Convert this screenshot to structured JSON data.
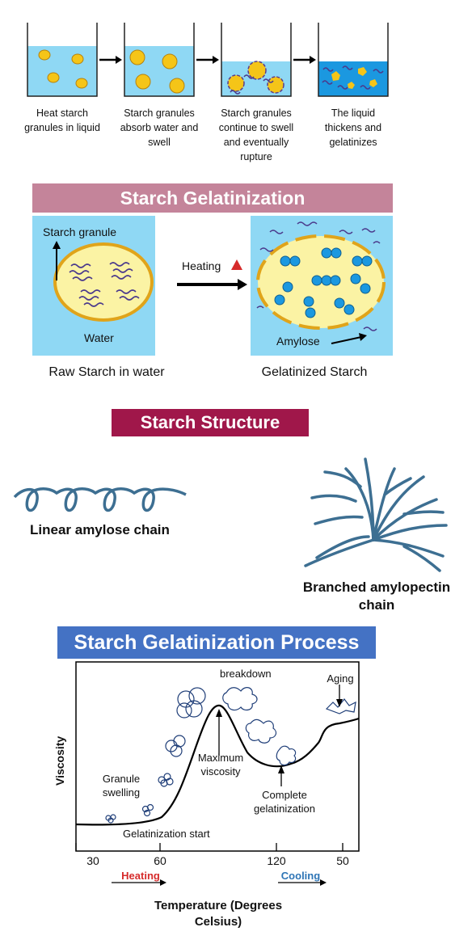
{
  "steps": [
    {
      "caption": "Heat starch granules in liquid"
    },
    {
      "caption": "Starch granules absorb water and swell"
    },
    {
      "caption": "Starch granules continue to swell and eventually rupture"
    },
    {
      "caption": "The liquid thickens and gelatinizes"
    }
  ],
  "gelatinization": {
    "banner": "Starch Gelatinization",
    "banner_color": "#c4849a",
    "granule_label": "Starch granule",
    "water_label": "Water",
    "heating_label": "Heating",
    "amylose_label": "Amylose",
    "raw_caption": "Raw Starch in water",
    "gel_caption": "Gelatinized Starch"
  },
  "structure": {
    "banner": "Starch Structure",
    "banner_color": "#a0174a",
    "linear_label": "Linear amylose chain",
    "branched_label": "Branched amylopectin chain"
  },
  "process": {
    "banner": "Starch Gelatinization Process",
    "banner_color": "#4472c4",
    "ylabel": "Viscosity",
    "xlabel": "Temperature (Degrees Celsius)",
    "annotations": {
      "granule_swelling": "Granule swelling",
      "gelatinization_start": "Gelatinization start",
      "maximum_viscosity": "Maximum viscosity",
      "breakdown": "breakdown",
      "complete_gelatinization": "Complete gelatinization",
      "aging": "Aging"
    },
    "ticks": [
      "30",
      "60",
      "120",
      "50"
    ],
    "heating_label": "Heating",
    "heating_color": "#d62b2b",
    "cooling_label": "Cooling",
    "cooling_color": "#2e75b6"
  },
  "colors": {
    "water": "#8fd8f4",
    "granule": "#f5c518",
    "granule_border": "#c48a10",
    "chain": "#4b3a8c",
    "structure_chain": "#3d6f92"
  }
}
